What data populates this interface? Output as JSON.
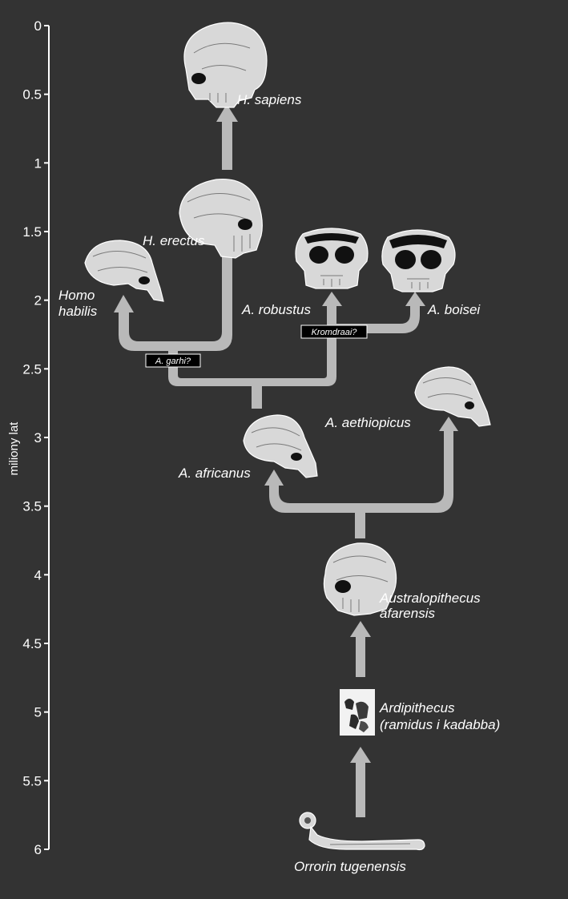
{
  "axis": {
    "title": "miliony lat",
    "ticks": [
      "0",
      "0.5",
      "1",
      "1.5",
      "2",
      "2.5",
      "3",
      "3.5",
      "4",
      "4.5",
      "5",
      "5.5",
      "6"
    ]
  },
  "species": {
    "sapiens": "H. sapiens",
    "erectus": "H. erectus",
    "habilis_1": "Homo",
    "habilis_2": "habilis",
    "robustus": "A. robustus",
    "boisei": "A. boisei",
    "aethiopicus": "A. aethiopicus",
    "africanus": "A. africanus",
    "afarensis_1": "Australopithecus",
    "afarensis_2": "afarensis",
    "ardipithecus_1": "Ardipithecus",
    "ardipithecus_2": "(ramidus i kadabba)",
    "orrorin": "Orrorin tugenensis"
  },
  "boxes": {
    "garhi": "A. garhi?",
    "kromdraai": "Kromdraai?"
  },
  "colors": {
    "background": "#333333",
    "arrow": "#b9b9b9",
    "text": "#ffffff",
    "label_box": "#000000"
  },
  "icons": [
    "skull-icon",
    "fossil-fragment-icon",
    "femur-icon"
  ]
}
